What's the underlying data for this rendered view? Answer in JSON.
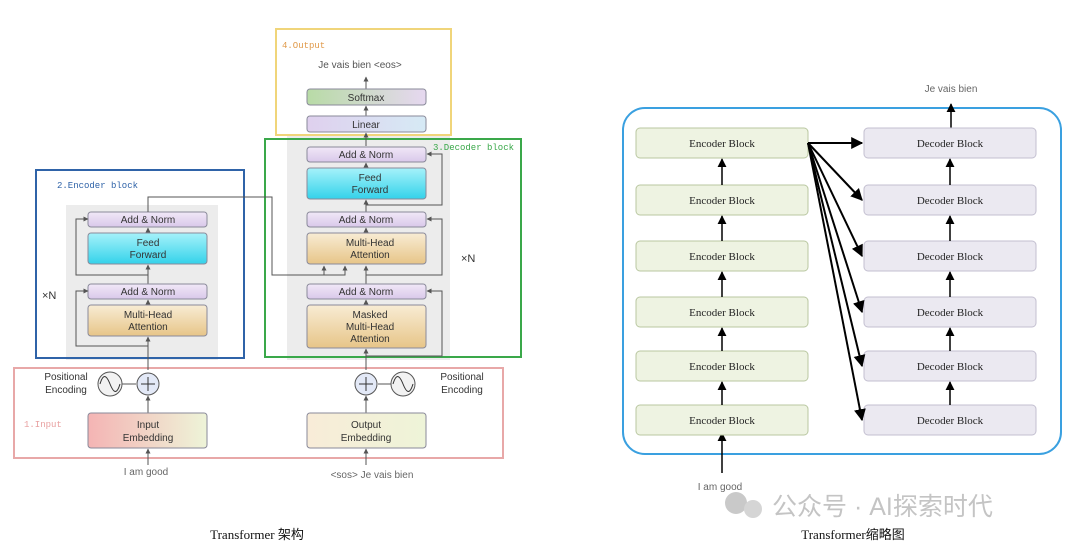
{
  "left": {
    "caption": "Transformer 架构",
    "groups": {
      "output": "4.Output",
      "encoder": "2.Encoder block",
      "decoder": "3.Decoder block",
      "input": "1.Input"
    },
    "enc_repeat": "×N",
    "dec_repeat": "×N",
    "output_tokens": "Je vais bien <eos>",
    "softmax": "Softmax",
    "linear": "Linear",
    "add_norm": "Add & Norm",
    "feed_forward": [
      "Feed",
      "Forward"
    ],
    "multi_head_attention": [
      "Multi-Head",
      "Attention"
    ],
    "masked_attention": [
      "Masked",
      "Multi-Head",
      "Attention"
    ],
    "positional_encoding": [
      "Positional",
      "Encoding"
    ],
    "input_embedding": [
      "Input",
      "Embedding"
    ],
    "output_embedding": [
      "Output",
      "Embedding"
    ],
    "input_tokens": "I am good",
    "decoder_input_tokens": "<sos> Je vais bien"
  },
  "right": {
    "caption": "Transformer缩略图",
    "top_output": "Je vais bien",
    "bottom_input": "I am good",
    "encoder_label": "Encoder Block",
    "decoder_label": "Decoder Block",
    "encoder_count": 6,
    "decoder_count": 6
  },
  "watermark": "公众号 · AI探索时代",
  "colors": {
    "output_box": "#f0d57a",
    "encoder_box": "#2f63a8",
    "decoder_box": "#3aa84a",
    "input_box": "#e8a8a8",
    "right_frame": "#3aa0e0",
    "encoder_block_fill": "#eef3e2",
    "decoder_block_fill": "#ebe9f1"
  }
}
